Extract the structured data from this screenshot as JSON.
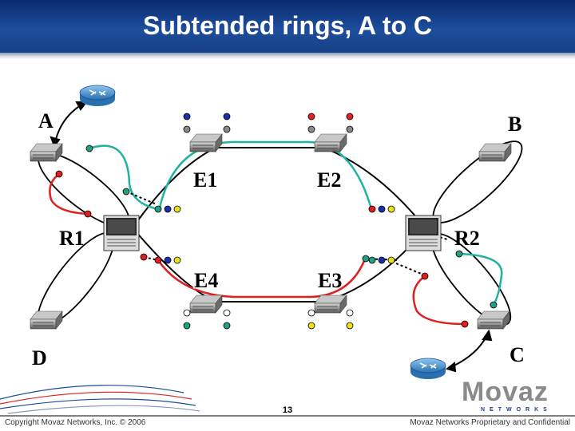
{
  "slide": {
    "title": "Subtended rings, A to C",
    "page_number": "13",
    "footer_left": "Copyright Movaz Networks, Inc. © 2006",
    "footer_right": "Movaz Networks Proprietary and Confidential"
  },
  "logo": {
    "word": "Movaz",
    "sub": "NETWORKS"
  },
  "nodes": {
    "A": "A",
    "B": "B",
    "C": "C",
    "D": "D",
    "E1": "E1",
    "E2": "E2",
    "E3": "E3",
    "E4": "E4",
    "R1": "R1",
    "R2": "R2"
  },
  "colors": {
    "title_bar": "#1d4e9c",
    "fiber_green": "#20b3a0",
    "fiber_red": "#e02020",
    "dot_blue": "#1a2fb0",
    "dot_yellow": "#e8e020",
    "dot_green": "#20a080",
    "dot_gray": "#8a8a8a",
    "router": "#3a8fd0"
  }
}
